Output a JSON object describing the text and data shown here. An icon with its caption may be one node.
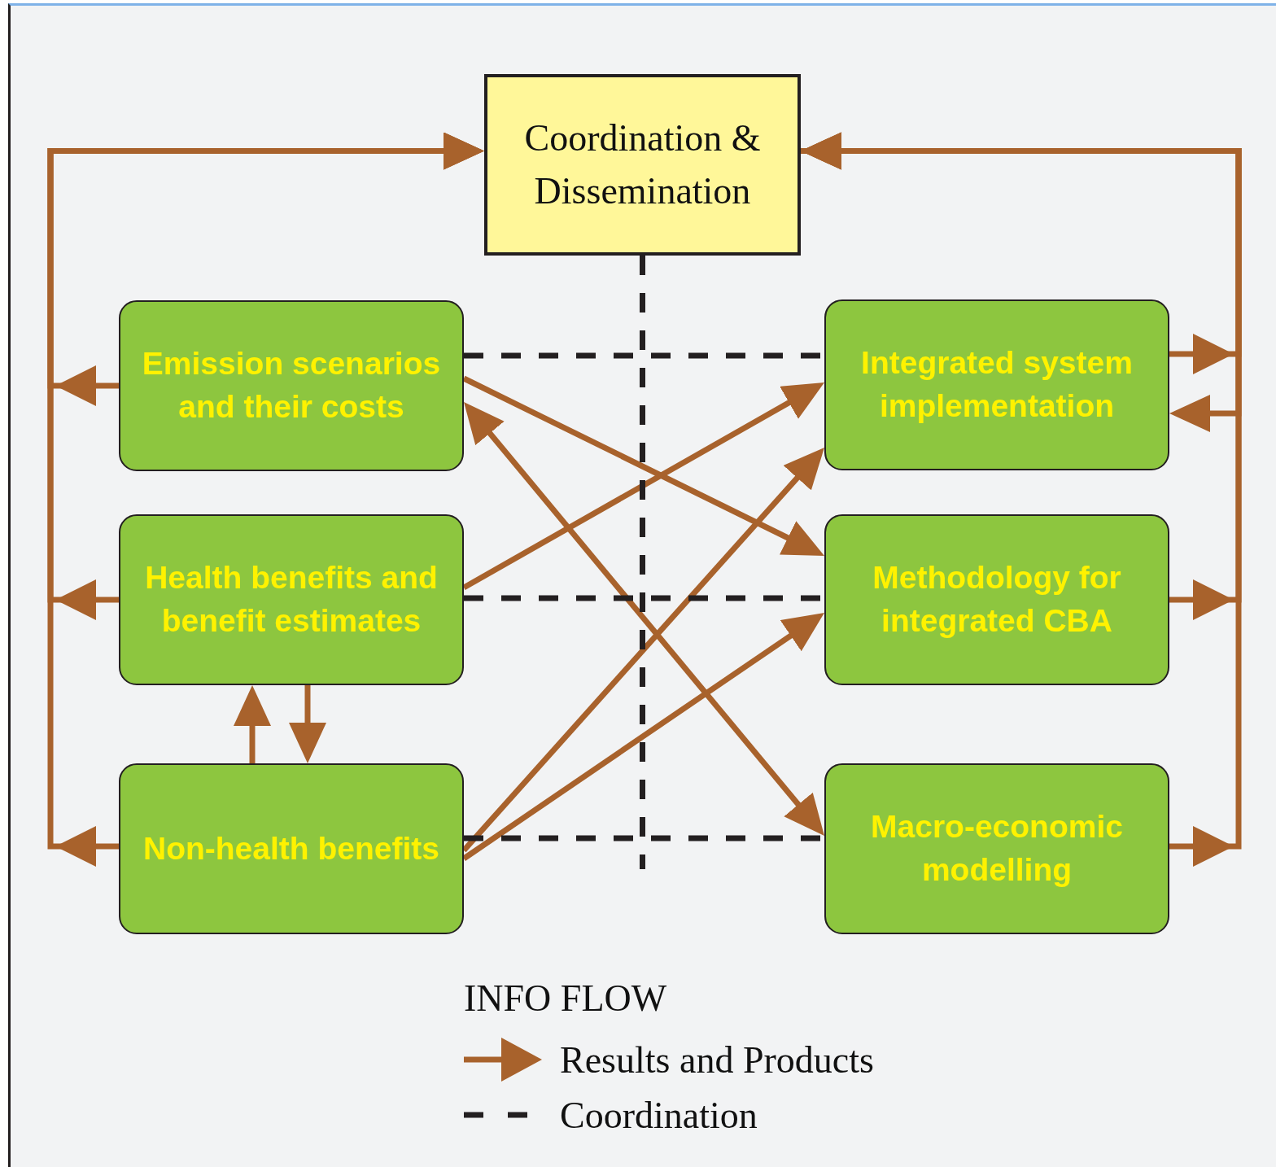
{
  "diagram": {
    "nodes": [
      {
        "text": [
          "Coordination & Dissemination"
        ]
      },
      {
        "text": [
          "Emission scenarios and their costs"
        ]
      },
      {
        "text": [
          "Integrated system implementation"
        ]
      },
      {
        "text": [
          "Health benefits and benefit estimates"
        ]
      },
      {
        "text": [
          "Methodology for integrated CBA"
        ]
      },
      {
        "text": [
          "Non-health benefits"
        ]
      },
      {
        "text": [
          "Macro-economic modelling"
        ]
      }
    ],
    "edges": [
      {
        "from": 1,
        "to": 0,
        "arrow": "to"
      },
      {
        "from": 3,
        "to": 0,
        "arrow": "to"
      },
      {
        "from": 5,
        "to": 0,
        "arrow": "to"
      },
      {
        "from": 2,
        "to": 0,
        "arrow": "to"
      },
      {
        "from": 4,
        "to": 0,
        "arrow": "to"
      },
      {
        "from": 6,
        "to": 0,
        "arrow": "to"
      },
      {
        "from": 0,
        "to": 2,
        "arrow": "to"
      },
      {
        "from": 1,
        "to": 4,
        "arrow": "to"
      },
      {
        "from": 1,
        "to": 6,
        "arrow": "both"
      },
      {
        "from": 3,
        "to": 2,
        "arrow": "to"
      },
      {
        "from": 5,
        "to": 2,
        "arrow": "to"
      },
      {
        "from": 5,
        "to": 4,
        "arrow": "to"
      },
      {
        "from": 3,
        "to": 5,
        "arrow": "to"
      },
      {
        "from": 5,
        "to": 3,
        "arrow": "to"
      },
      {
        "from": 1,
        "to": 2,
        "arrow": "none",
        "style": "dashed",
        "color": "#231f20"
      },
      {
        "from": 3,
        "to": 4,
        "arrow": "none",
        "style": "dashed",
        "color": "#231f20"
      },
      {
        "from": 5,
        "to": 6,
        "arrow": "none",
        "style": "dashed",
        "color": "#231f20"
      },
      {
        "from": 0,
        "to": null,
        "arrow": "none",
        "style": "dashed",
        "color": "#231f20"
      }
    ],
    "labels": [
      "INFO FLOW"
    ],
    "legend": [
      {
        "text": "Results and Products"
      },
      {
        "text": "Coordination"
      }
    ]
  }
}
